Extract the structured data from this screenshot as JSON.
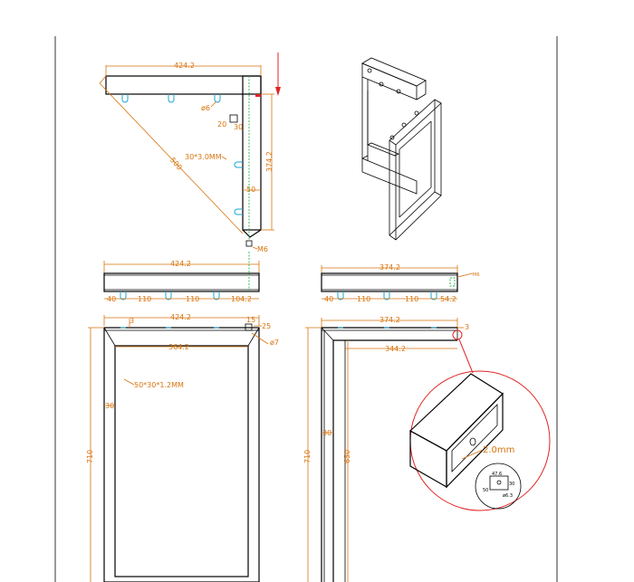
{
  "top_view": {
    "width": "424.2",
    "height": "374.2",
    "diagonal": "500",
    "hole": "ø6",
    "tube": "30*3.0MM",
    "d20": "20",
    "d30": "30",
    "d50": "50",
    "bolt": "M6"
  },
  "front_strip": {
    "width": "424.2",
    "d40": "40",
    "d110a": "110",
    "d110b": "110",
    "d104": "104.2"
  },
  "side_strip": {
    "width": "374.2",
    "d40": "40",
    "d110a": "110",
    "d110b": "110",
    "d54": "54.2",
    "bolt": "M6"
  },
  "front_frame": {
    "width": "424.2",
    "inner_width": "364.2",
    "height": "710",
    "side": "30",
    "tube": "50*30*1.2MM",
    "d3": "3",
    "d15": "15",
    "d25": "25",
    "hole": "ø7"
  },
  "side_frame": {
    "width": "374.2",
    "inner_width": "344.2",
    "height": "710",
    "inner_height": "650",
    "side": "30",
    "d3": "3"
  },
  "detail": {
    "thickness": "2.0mm",
    "label_a": "47.6",
    "label_b": "30",
    "label_c": "50",
    "label_d": "ø6.3"
  },
  "colors": {
    "dimension": "#d9730d",
    "object": "#000000",
    "hole": "#1aa6d6",
    "bolt": "#22b14c",
    "detail": "#e02424"
  }
}
